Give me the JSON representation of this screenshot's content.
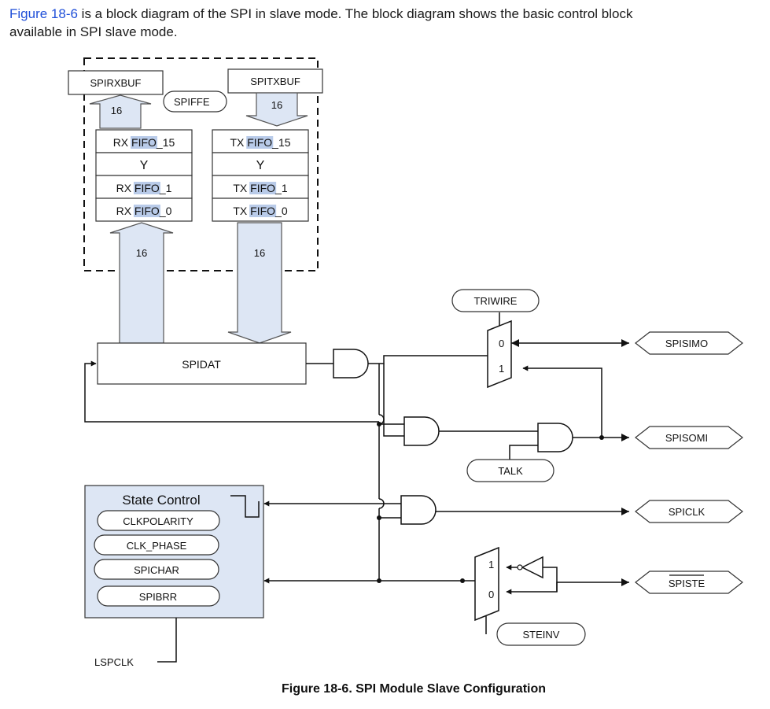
{
  "intro": {
    "ref": "Figure 18-6",
    "line1_rest": " is a block diagram of the SPI in slave mode. The block diagram shows the basic control block",
    "line2": "available in SPI slave mode."
  },
  "buffers": {
    "rx": "SPIRXBUF",
    "tx": "SPITXBUF",
    "ffe": "SPIFFE"
  },
  "bus_widths": {
    "rxbuf": "16",
    "txbuf": "16",
    "rxfifo": "16",
    "txfifo": "16"
  },
  "rx_fifo": [
    {
      "pre": "RX ",
      "hl": "FIFO",
      "us": "_",
      "post": "15"
    },
    {
      "pre": "",
      "hl": "",
      "us": "",
      "post": "Y"
    },
    {
      "pre": "RX ",
      "hl": "FIFO",
      "us": "_",
      "post": "1"
    },
    {
      "pre": "RX ",
      "hl": "FIFO",
      "us": "_",
      "post": "0"
    }
  ],
  "tx_fifo": [
    {
      "pre": "TX ",
      "hl": "FIFO",
      "us": "_",
      "post": "15"
    },
    {
      "pre": "",
      "hl": "",
      "us": "",
      "post": "Y"
    },
    {
      "pre": "TX ",
      "hl": "FIFO",
      "us": "_",
      "post": "1"
    },
    {
      "pre": "TX ",
      "hl": "FIFO",
      "us": "_",
      "post": "0"
    }
  ],
  "spidat": "SPIDAT",
  "mux_top": {
    "select": "TRIWIRE",
    "in0": "0",
    "in1": "1"
  },
  "talk": "TALK",
  "pins": {
    "simo": "SPISIMO",
    "somi": "SPISOMI",
    "clk": "SPICLK",
    "ste": "SPISTE"
  },
  "state_control": {
    "title": "State Control",
    "items": [
      "CLKPOLARITY",
      "CLK_PHASE",
      "SPICHAR",
      "SPIBRR"
    ]
  },
  "mux_bottom": {
    "select": "STEINV",
    "in1": "1",
    "in0": "0"
  },
  "lspclk": "LSPCLK",
  "caption": "Figure 18-6. SPI Module Slave Configuration",
  "colors": {
    "accent_fill": "#dde6f4",
    "highlight": "#b9cbe9",
    "link": "#1f4fd8"
  }
}
